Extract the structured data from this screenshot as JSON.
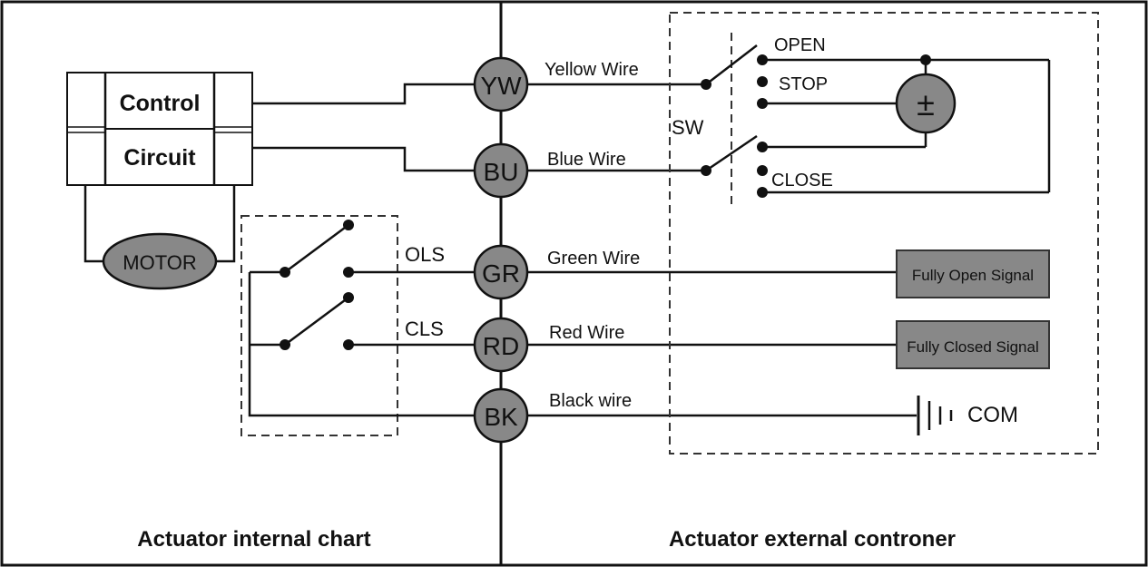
{
  "control_circuit": {
    "line1": "Control",
    "line2": "Circuit"
  },
  "motor": {
    "label": "MOTOR"
  },
  "internal_switches": {
    "open_limit": "OLS",
    "close_limit": "CLS"
  },
  "terminals": [
    {
      "code": "YW",
      "wire": "Yellow Wire"
    },
    {
      "code": "BU",
      "wire": "Blue Wire"
    },
    {
      "code": "GR",
      "wire": "Green Wire"
    },
    {
      "code": "RD",
      "wire": "Red Wire"
    },
    {
      "code": "BK",
      "wire": "Black wire"
    }
  ],
  "external_switch": {
    "label": "SW",
    "open": "OPEN",
    "stop": "STOP",
    "close": "CLOSE"
  },
  "power_source": {
    "symbol": "±"
  },
  "signals": {
    "fully_open": "Fully Open Signal",
    "fully_closed": "Fully Closed Signal"
  },
  "ground": {
    "label": "COM"
  },
  "sections": {
    "internal": "Actuator internal chart",
    "external": "Actuator external controner"
  },
  "colors": {
    "terminal_fill": "#888888",
    "signal_box_fill": "#888888",
    "line": "#111111"
  }
}
